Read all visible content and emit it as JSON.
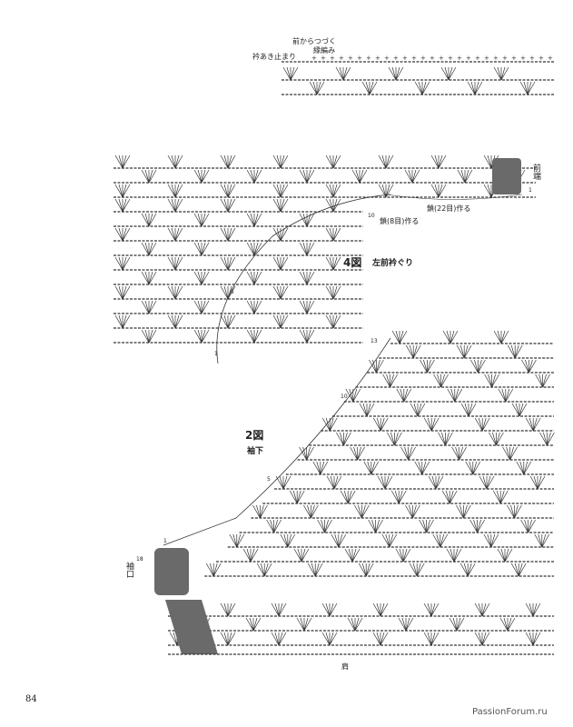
{
  "edging": {
    "continue_label": "前からつづく",
    "edging_label": "縁編み",
    "neck_stop_label": "衿あき止まり"
  },
  "fig4": {
    "title_num": "4図",
    "title": "左前衿ぐり",
    "front_edge": "前端",
    "row1": "1",
    "row5": "5",
    "row10": "10",
    "chain22": "鎖(22目)作る",
    "chain8": "鎖(8目)作る",
    "row1b": "1"
  },
  "fig2": {
    "title_num": "2図",
    "title": "袖下",
    "row13": "13",
    "row10": "10",
    "row5": "5",
    "row1": "1",
    "row18": "18",
    "cuff": "袖口",
    "shoulder": "肩"
  },
  "page_number": "84",
  "watermark": "PassionForum.ru",
  "colors": {
    "ink": "#333333",
    "shade": "#6a6a6a"
  }
}
